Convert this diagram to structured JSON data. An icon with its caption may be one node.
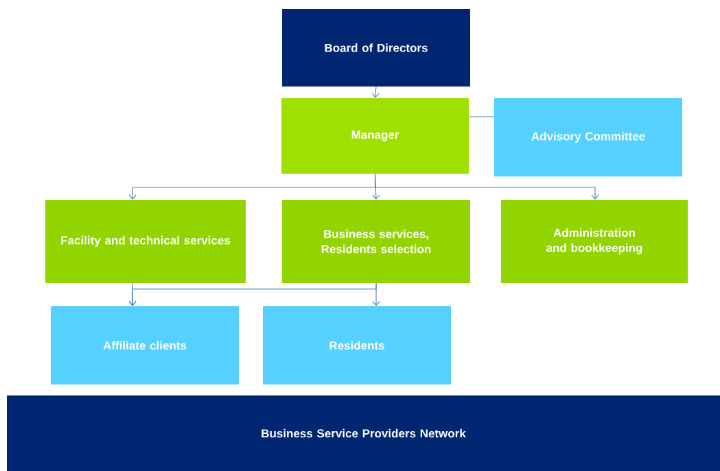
{
  "diagram": {
    "nodes": [
      {
        "text": [
          "Board of Directors"
        ]
      },
      {
        "text": [
          "Manager"
        ]
      },
      {
        "text": [
          "Advisory Committee"
        ]
      },
      {
        "text": [
          "Facility and technical services"
        ]
      },
      {
        "text": [
          "Business services, Residents selection"
        ]
      },
      {
        "text": [
          "Administration and bookkeeping"
        ]
      },
      {
        "text": [
          "Affiliate clients"
        ]
      },
      {
        "text": [
          "Residents"
        ]
      },
      {
        "text": [
          "Business Service Providers Network"
        ]
      }
    ],
    "edges": [
      {
        "from": 0,
        "to": 1,
        "arrow": "to"
      },
      {
        "from": 1,
        "to": 2,
        "arrow": "none"
      },
      {
        "from": 1,
        "to": 3,
        "arrow": "to"
      },
      {
        "from": 1,
        "to": 4,
        "arrow": "to"
      },
      {
        "from": 1,
        "to": 5,
        "arrow": "to"
      },
      {
        "from": 3,
        "to": 6,
        "arrow": "to"
      },
      {
        "from": 4,
        "to": 7,
        "arrow": "to"
      },
      {
        "from": 4,
        "to": 6,
        "arrow": "to"
      }
    ]
  }
}
